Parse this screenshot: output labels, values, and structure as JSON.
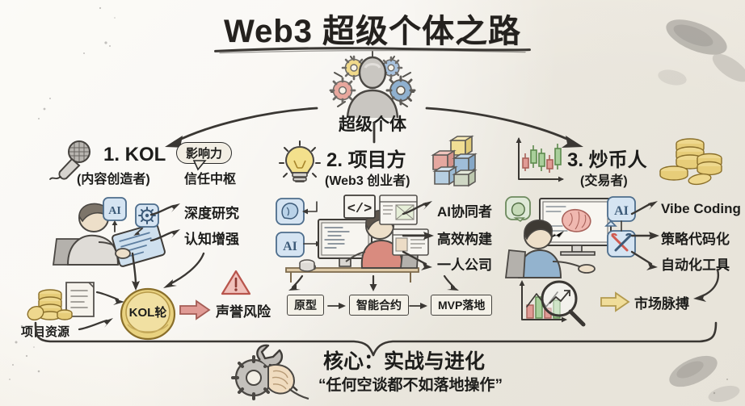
{
  "page": {
    "title": "Web3 超级个体之路",
    "background_color": "#f3efe6",
    "ink_color": "#3a3733"
  },
  "hero": {
    "label": "超级个体",
    "icon": "person-with-gears-icon",
    "gears": [
      "gear-blue",
      "gear-red",
      "gear-yellow"
    ]
  },
  "columns": [
    {
      "index": "1",
      "heading": "1. KOL",
      "subheading": "(内容创造者)",
      "icon": "microphone-icon",
      "badge": "影响力",
      "badge_caption": "信任中枢",
      "scene_icon": "person-with-tablet-icon",
      "tool_icons": [
        "ai-badge-icon",
        "gear-icon"
      ],
      "outcomes": [
        "深度研究",
        "认知增强"
      ],
      "flow": {
        "source_icon": "coins-and-document-icon",
        "source_label": "项目资源",
        "node_label": "KOL轮",
        "node_icon": "gold-coin-icon",
        "risk_icon": "warning-triangle-icon",
        "risk_label": "声誉风险"
      }
    },
    {
      "index": "2",
      "heading": "2. 项目方",
      "subheading": "(Web3 创业者)",
      "icon": "lightbulb-icon",
      "side_icon": "building-blocks-icon",
      "scene_icon": "developer-at-desk-icon",
      "tool_icons": [
        "brain-head-icon",
        "ai-badge-icon",
        "code-window-icon",
        "browser-window-icon"
      ],
      "outcomes": [
        "AI协同者",
        "高效构建",
        "一人公司"
      ],
      "pipeline": [
        "原型",
        "智能合约",
        "MVP落地"
      ]
    },
    {
      "index": "3",
      "heading": "3. 炒币人",
      "subheading": "(交易者)",
      "icon": "candlestick-chart-icon",
      "side_icon": "coin-stacks-icon",
      "scene_icon": "trader-at-computer-icon",
      "tool_icons": [
        "brain-bubble-icon",
        "ai-badge-icon",
        "tools-icon",
        "brain-icon"
      ],
      "outcomes": [
        "Vibe Coding",
        "策略代码化",
        "自动化工具"
      ],
      "flow": {
        "source_icon": "magnifier-over-chart-icon",
        "arrow_icon": "yellow-arrow-icon",
        "label": "市场脉搏"
      }
    }
  ],
  "core": {
    "icon": "hand-holding-wrench-gear-icon",
    "title": "核心：实战与进化",
    "quote": "“任何空谈都不如落地操作”"
  },
  "colors": {
    "gold": "#e8c65c",
    "red": "#d9786f",
    "blue": "#7d9fc4",
    "green": "#7fae6f",
    "paper": "#f3efe6"
  }
}
